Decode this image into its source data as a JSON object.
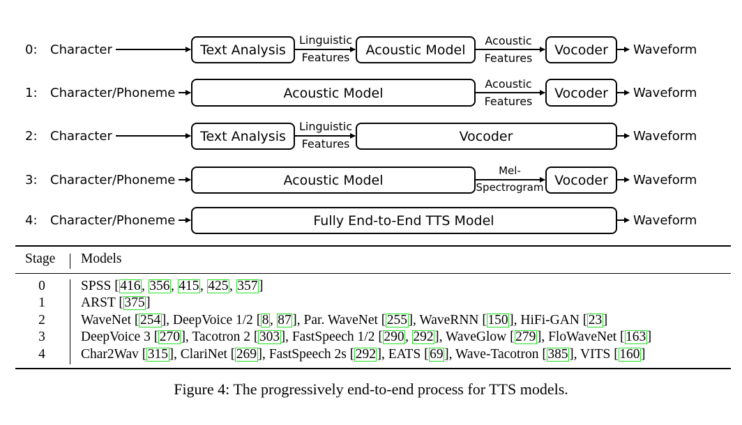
{
  "diagram": {
    "rows": [
      {
        "stage": "0:",
        "input": "Character",
        "boxes": [
          "Text Analysis",
          "Acoustic Model",
          "Vocoder"
        ],
        "labels": [
          [
            "Linguistic",
            "Features"
          ],
          [
            "Acoustic",
            "Features"
          ]
        ],
        "output": "Waveform"
      },
      {
        "stage": "1:",
        "input": "Character/Phoneme",
        "boxes": [
          "Acoustic Model",
          "Vocoder"
        ],
        "labels": [
          [
            "Acoustic",
            "Features"
          ]
        ],
        "output": "Waveform"
      },
      {
        "stage": "2:",
        "input": "Character",
        "boxes": [
          "Text Analysis",
          "Vocoder"
        ],
        "labels": [
          [
            "Linguistic",
            "Features"
          ]
        ],
        "output": "Waveform"
      },
      {
        "stage": "3:",
        "input": "Character/Phoneme",
        "boxes": [
          "Acoustic Model",
          "Vocoder"
        ],
        "labels": [
          [
            "Mel-",
            "Spectrogram"
          ]
        ],
        "output": "Waveform"
      },
      {
        "stage": "4:",
        "input": "Character/Phoneme",
        "boxes": [
          "Fully End-to-End TTS Model"
        ],
        "labels": [],
        "output": "Waveform"
      }
    ]
  },
  "table": {
    "headers": {
      "stage": "Stage",
      "models": "Models"
    },
    "rows": [
      {
        "stage": "0",
        "models": [
          {
            "text": "SPSS ["
          },
          {
            "cite": "416"
          },
          {
            "text": ", "
          },
          {
            "cite": "356"
          },
          {
            "text": ", "
          },
          {
            "cite": "415"
          },
          {
            "text": ", "
          },
          {
            "cite": "425"
          },
          {
            "text": ", "
          },
          {
            "cite": "357"
          },
          {
            "text": "]"
          }
        ]
      },
      {
        "stage": "1",
        "models": [
          {
            "text": "ARST ["
          },
          {
            "cite": "375"
          },
          {
            "text": "]"
          }
        ]
      },
      {
        "stage": "2",
        "models": [
          {
            "text": "WaveNet ["
          },
          {
            "cite": "254"
          },
          {
            "text": "], DeepVoice 1/2 ["
          },
          {
            "cite": "8"
          },
          {
            "text": ", "
          },
          {
            "cite": "87"
          },
          {
            "text": "], Par. WaveNet ["
          },
          {
            "cite": "255"
          },
          {
            "text": "], WaveRNN ["
          },
          {
            "cite": "150"
          },
          {
            "text": "], HiFi-GAN ["
          },
          {
            "cite": "23"
          },
          {
            "text": "]"
          }
        ]
      },
      {
        "stage": "3",
        "models": [
          {
            "text": "DeepVoice 3 ["
          },
          {
            "cite": "270"
          },
          {
            "text": "], Tacotron 2 ["
          },
          {
            "cite": "303"
          },
          {
            "text": "], FastSpeech 1/2 ["
          },
          {
            "cite": "290"
          },
          {
            "text": ", "
          },
          {
            "cite": "292"
          },
          {
            "text": "], WaveGlow ["
          },
          {
            "cite": "279"
          },
          {
            "text": "], FloWaveNet ["
          },
          {
            "cite": "163"
          },
          {
            "text": "]"
          }
        ]
      },
      {
        "stage": "4",
        "models": [
          {
            "text": "Char2Wav ["
          },
          {
            "cite": "315"
          },
          {
            "text": "], ClariNet ["
          },
          {
            "cite": "269"
          },
          {
            "text": "], FastSpeech 2s ["
          },
          {
            "cite": "292"
          },
          {
            "text": "], EATS ["
          },
          {
            "cite": "69"
          },
          {
            "text": "], Wave-Tacotron ["
          },
          {
            "cite": "385"
          },
          {
            "text": "], VITS ["
          },
          {
            "cite": "160"
          },
          {
            "text": "]"
          }
        ]
      }
    ]
  },
  "caption": "Figure 4: The progressively end-to-end process for TTS models.",
  "colors": {
    "citation_border": "#22e022",
    "ink": "#000000"
  }
}
